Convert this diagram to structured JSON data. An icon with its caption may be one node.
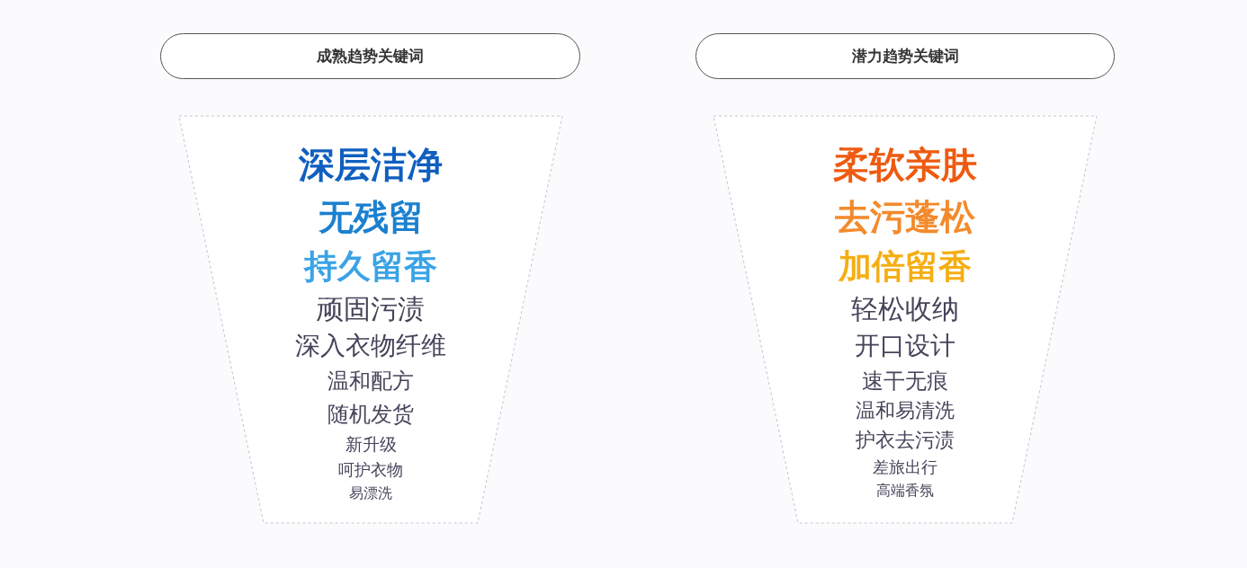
{
  "diagram": {
    "nodes": [
      {
        "text": [
          "成熟趋势关键词"
        ]
      },
      {
        "text": [
          "深层洁净",
          "无残留",
          "持久留香",
          "顽固污渍",
          "深入衣物纤维",
          "温和配方",
          "随机发货",
          "新升级",
          "呵护衣物",
          "易漂洗"
        ]
      },
      {
        "text": [
          "潜力趋势关键词"
        ]
      },
      {
        "text": [
          "柔软亲肤",
          "去污蓬松",
          "加倍留香",
          "轻松收纳",
          "开口设计",
          "速干无痕",
          "温和易清洗",
          "护衣去污渍",
          "差旅出行",
          "高端香氛"
        ]
      }
    ]
  }
}
